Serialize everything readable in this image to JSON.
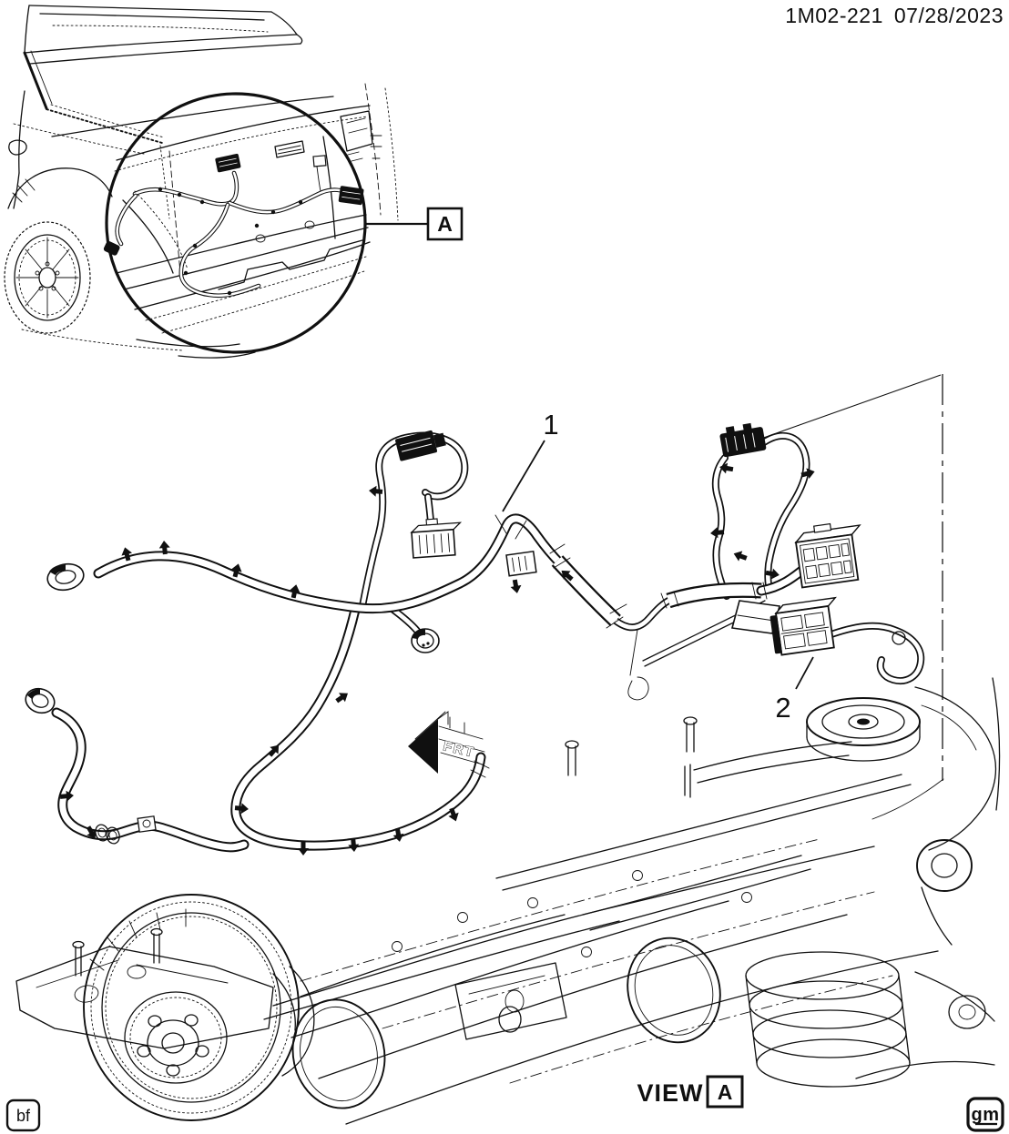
{
  "header": {
    "part_number": "1M02-221",
    "date": "07/28/2023"
  },
  "callouts": {
    "detail_view": "A",
    "item_1": "1",
    "item_2": "2"
  },
  "direction_arrow": {
    "label": "FRT"
  },
  "view_label": {
    "prefix": "VIEW",
    "reference": "A"
  },
  "footer": {
    "left_badge": "bf",
    "right_badge": "gm"
  },
  "colors": {
    "line": "#101010",
    "background": "#ffffff",
    "centerline": "#444444"
  },
  "icons": {
    "frt_arrow": "left-pointing-3d-arrow",
    "detail_circle": "magnified-region-circle",
    "clip": "harness-retainer-clip"
  }
}
